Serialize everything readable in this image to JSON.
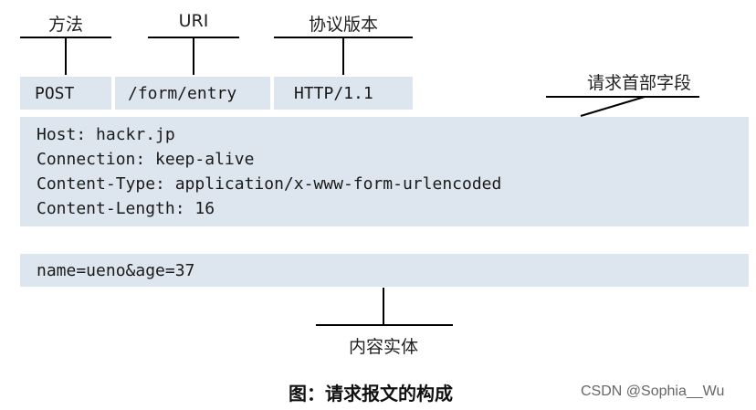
{
  "labels": {
    "method": "方法",
    "uri": "URI",
    "version": "协议版本",
    "header_fields": "请求首部字段",
    "body": "内容实体"
  },
  "request_line": {
    "method": "POST",
    "uri": "/form/entry",
    "version": "HTTP/1.1"
  },
  "headers": [
    "Host: hackr.jp",
    "Connection: keep-alive",
    "Content-Type: application/x-www-form-urlencoded",
    "Content-Length: 16"
  ],
  "body": "name=ueno&age=37",
  "caption": "图：请求报文的构成",
  "watermark": "CSDN @Sophia__Wu",
  "colors": {
    "box_fill": "#dde5ee",
    "line": "#000000"
  }
}
